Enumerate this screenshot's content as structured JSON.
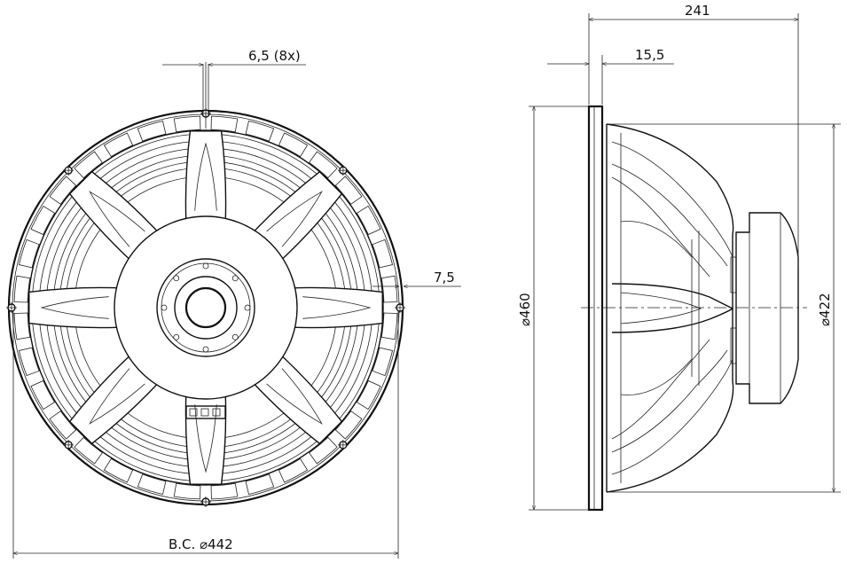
{
  "dimensions": {
    "hole_diameter": "6,5 (8x)",
    "flange_thickness_front": "7,5",
    "bolt_circle": "B.C. ⌀442",
    "overall_depth": "241",
    "flange_depth": "15,5",
    "outer_diameter": "⌀460",
    "cutout_diameter": "⌀422"
  },
  "colors": {
    "line": "#111111",
    "background": "#ffffff"
  }
}
